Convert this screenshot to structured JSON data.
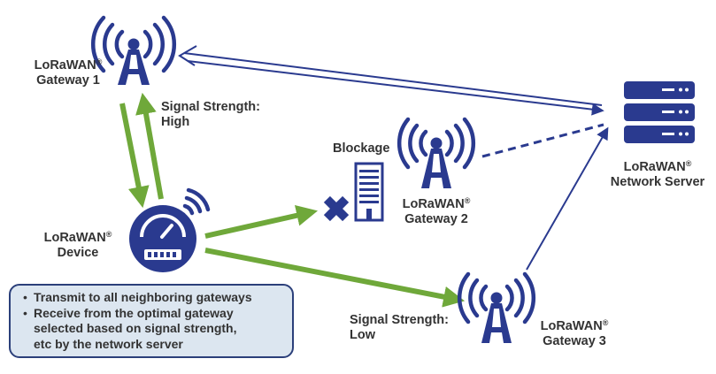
{
  "colors": {
    "navy": "#2a3a8f",
    "green": "#6fa83a",
    "box_fill": "#dce6f0",
    "box_border": "#2b3f7a",
    "text": "#333333"
  },
  "icons": {
    "gateway": "radio-tower-icon",
    "server": "server-rack-icon",
    "device": "meter-device-icon",
    "wifi": "wifi-icon",
    "block": "x-cross-icon",
    "building": "building-icon"
  },
  "gateway1": {
    "name": "LoRaWAN",
    "reg": "®",
    "sub": "Gateway 1"
  },
  "gateway2": {
    "name": "LoRaWAN",
    "reg": "®",
    "sub": "Gateway 2"
  },
  "gateway3": {
    "name": "LoRaWAN",
    "reg": "®",
    "sub": "Gateway 3"
  },
  "server": {
    "name": "LoRaWAN",
    "reg": "®",
    "sub": "Network Server"
  },
  "device": {
    "name": "LoRaWAN",
    "reg": "®",
    "sub": "Device"
  },
  "blockage": "Blockage",
  "signal_high": {
    "line1": "Signal Strength:",
    "line2": "High"
  },
  "signal_low": {
    "line1": "Signal Strength:",
    "line2": "Low"
  },
  "notes": [
    "Transmit to all neighboring gateways",
    "Receive from the optimal gateway",
    "selected based on signal strength,",
    "etc by the network server"
  ],
  "bullet": "•"
}
